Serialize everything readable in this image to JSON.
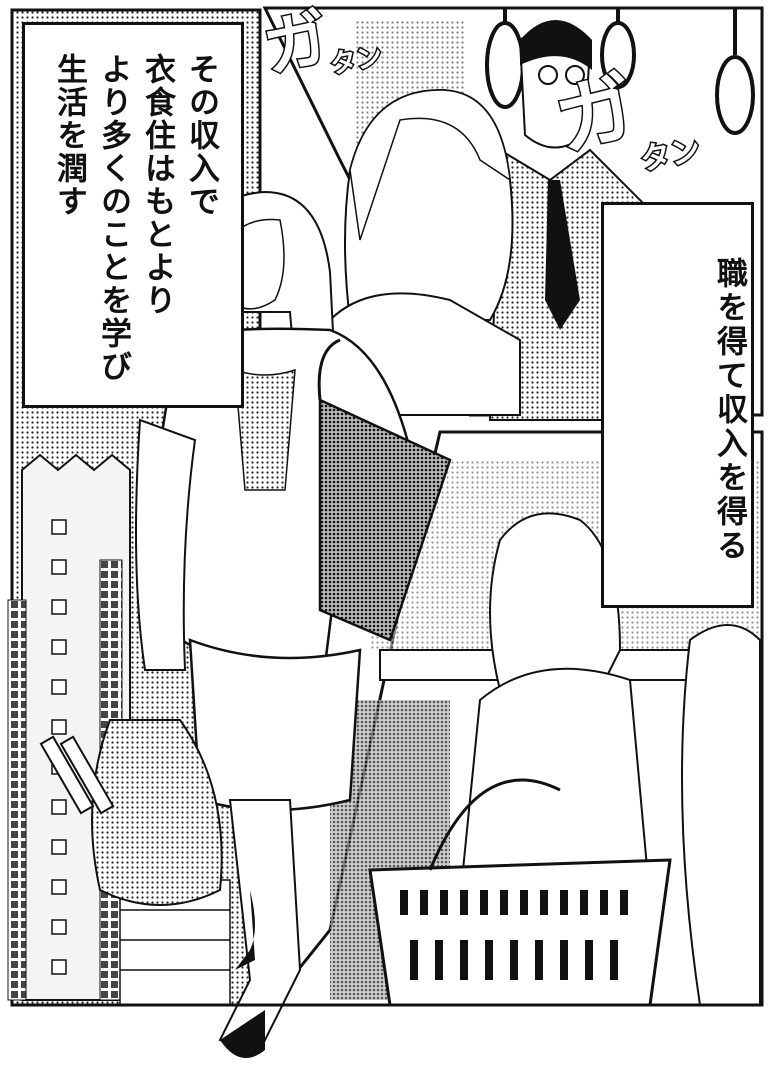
{
  "captions": {
    "left_lines": [
      "その収入で",
      "衣食住はもとより",
      "より多くのことを学び",
      "生活を潤す"
    ],
    "right_lines": [
      "職を得て収入を得る"
    ]
  },
  "sound_effects": [
    "ガ",
    "タン",
    "ガ",
    "タン"
  ],
  "icons": [
    "woman-figure-illustration",
    "train-strap-icon",
    "shopping-basket-icon",
    "apartment-building-illustration"
  ]
}
